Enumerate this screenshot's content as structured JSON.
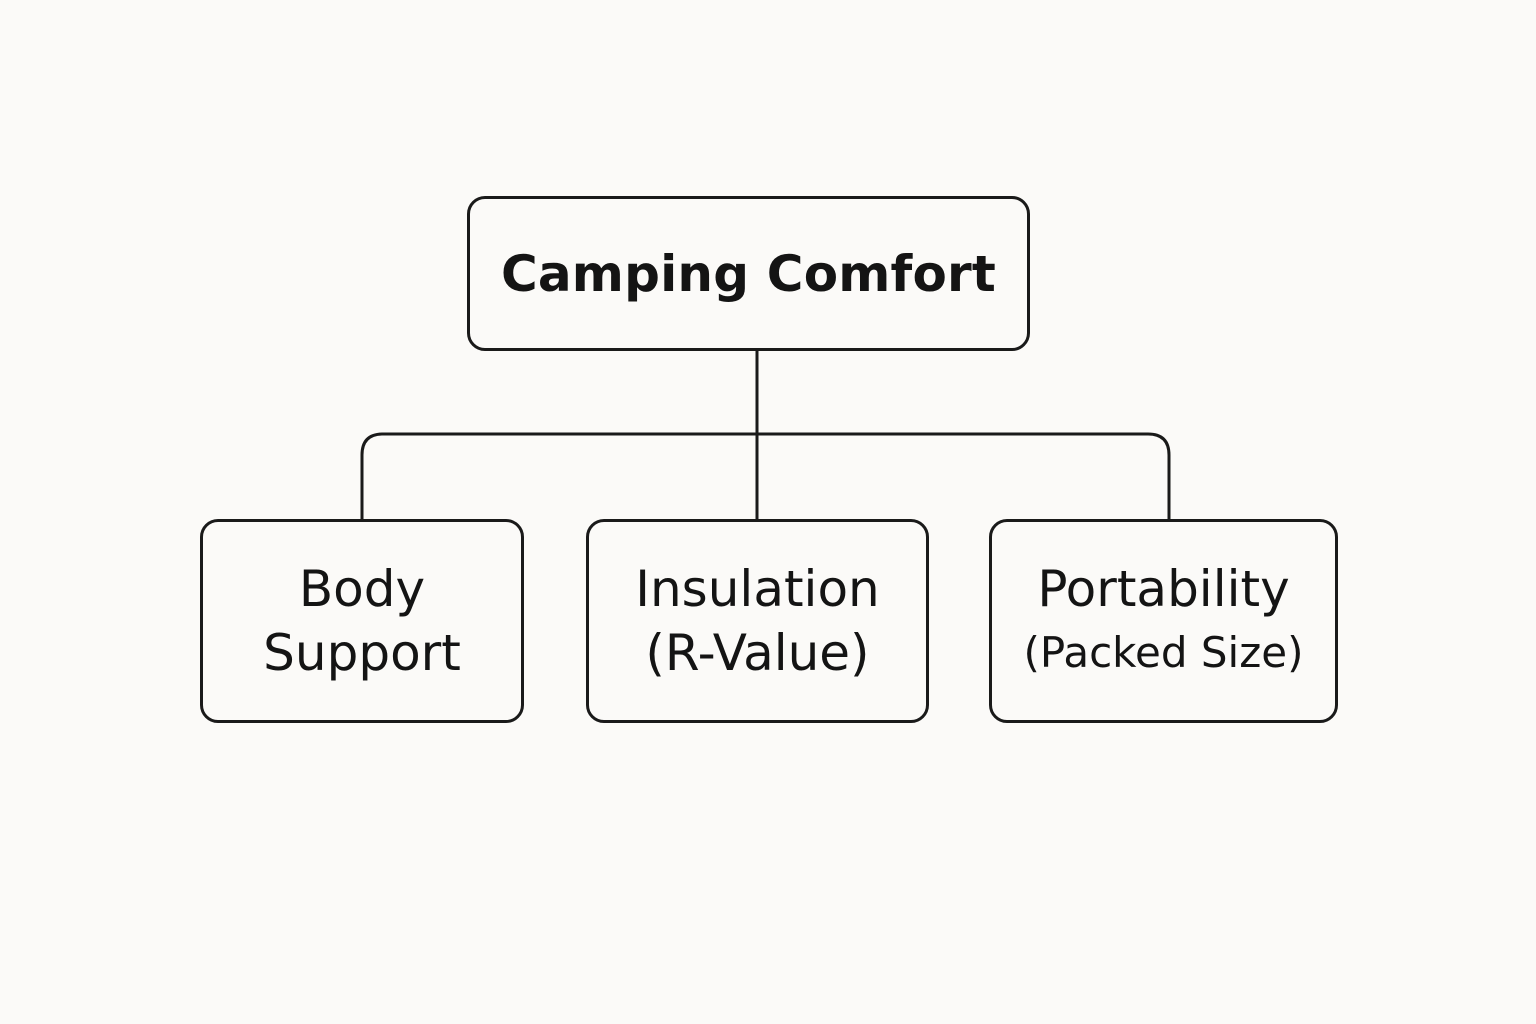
{
  "diagram": {
    "root": {
      "label": "Camping Comfort"
    },
    "children": [
      {
        "line1": "Body",
        "line2": "Support"
      },
      {
        "line1": "Insulation",
        "line2": "(R-Value)"
      },
      {
        "line1": "Portability",
        "line2": "(Packed Size)"
      }
    ]
  },
  "colors": {
    "background": "#fbfaf8",
    "stroke": "#1a1a1a",
    "text": "#141414"
  }
}
